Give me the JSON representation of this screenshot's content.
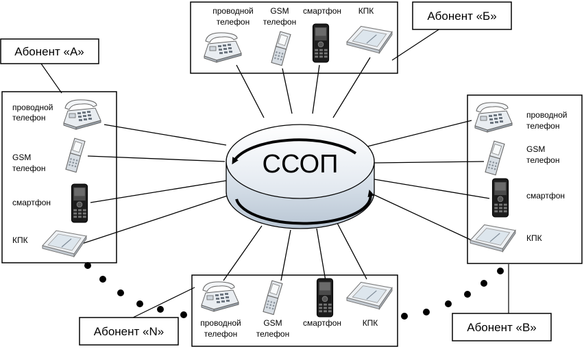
{
  "hub": {
    "label": "ССОП"
  },
  "callouts": {
    "a": "Абонент «А»",
    "b": "Абонент «Б»",
    "v": "Абонент «В»",
    "n": "Абонент «N»"
  },
  "devices": {
    "wired_line1": "проводной",
    "wired_line2": "телефон",
    "gsm_line1": "GSM",
    "gsm_line2": "телефон",
    "smartphone": "смартфон",
    "pda": "КПК"
  }
}
